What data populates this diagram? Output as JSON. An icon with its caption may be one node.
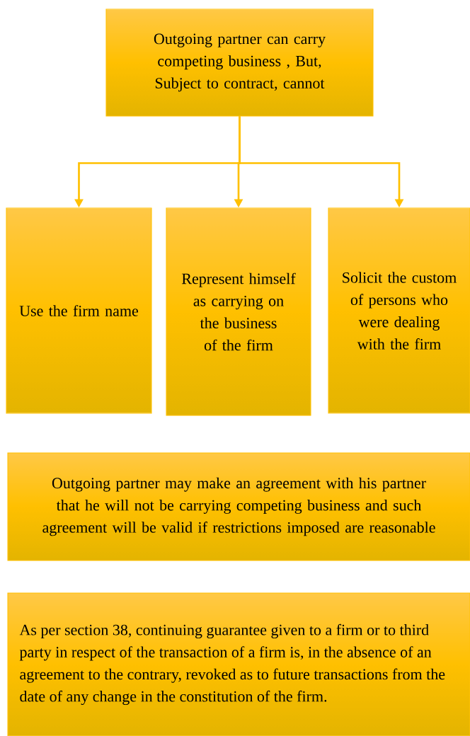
{
  "diagram": {
    "nodes": [
      {
        "text": [
          "Outgoing partner can carry competing business , But, Subject to contract, cannot"
        ]
      },
      {
        "text": [
          "Use the firm name"
        ]
      },
      {
        "text": [
          "Represent himself as carrying on the business of the firm"
        ]
      },
      {
        "text": [
          "Solicit the custom of persons who were dealing with the firm"
        ]
      },
      {
        "text": [
          "Outgoing partner may make an agreement with his partner that he will not be carrying competing business and such agreement will be valid if restrictions imposed are reasonable"
        ]
      },
      {
        "text": [
          "As per section 38, continuing guarantee given to a firm or to third party in respect of the transaction of a firm is, in the absence of an agreement to the contrary, revoked as to future transactions from the date of any change in the constitution of the firm."
        ]
      }
    ],
    "edges": [
      {
        "from": 0,
        "to": 1,
        "arrow": "to"
      },
      {
        "from": 0,
        "to": 2,
        "arrow": "to"
      },
      {
        "from": 0,
        "to": 3,
        "arrow": "to"
      }
    ]
  }
}
